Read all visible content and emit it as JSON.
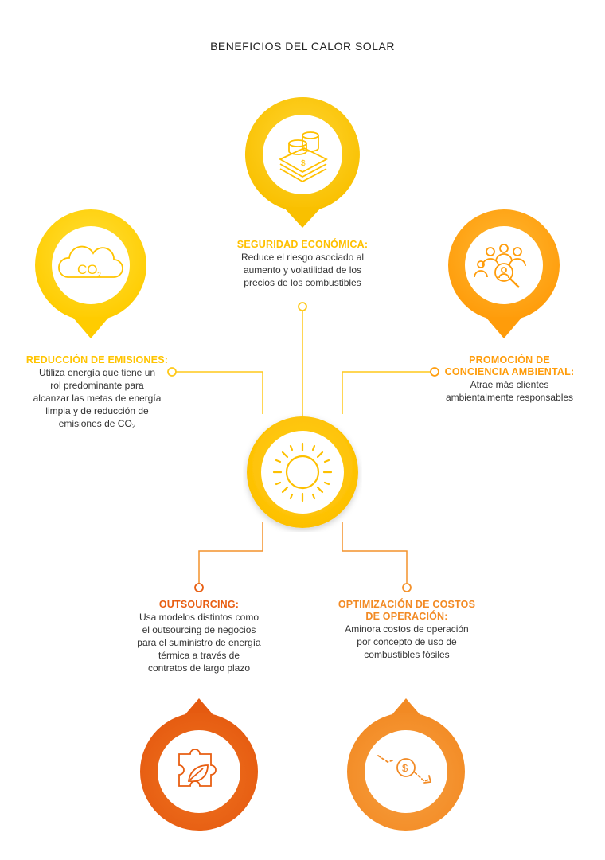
{
  "title": "BENEFICIOS DEL CALOR SOLAR",
  "colors": {
    "yellow": "#FFCC00",
    "gold": "#FFD21A",
    "orange": "#FF9E0F",
    "deep_orange": "#E85E12",
    "light_orange": "#F4922C",
    "line": "#FFC91A"
  },
  "benefits": {
    "seguridad": {
      "heading": "SEGURIDAD ECONÓMICA:",
      "text": [
        "Reduce el riesgo asociado al",
        "aumento y volatilidad de los",
        "precios de los combustibles"
      ],
      "icon": "money-stack-icon"
    },
    "emisiones": {
      "heading": "REDUCCIÓN DE EMISIONES:",
      "text": [
        "Utiliza energía que tiene un",
        "rol predominante para",
        "alcanzar las metas de energía",
        "limpia y de reducción de"
      ],
      "last_line": "emisiones de CO",
      "subscript": "2",
      "icon": "co2-cloud-icon",
      "icon_text": "CO",
      "icon_sub": "2"
    },
    "conciencia": {
      "heading_lines": [
        "PROMOCIÓN DE",
        "CONCIENCIA AMBIENTAL:"
      ],
      "text": [
        "Atrae más clientes",
        "ambientalmente responsables"
      ],
      "icon": "people-search-icon"
    },
    "outsourcing": {
      "heading": "OUTSOURCING:",
      "text": [
        "Usa modelos distintos como",
        "el outsourcing de negocios",
        "para el suministro de energía",
        "térmica a través de",
        "contratos de largo plazo"
      ],
      "icon": "puzzle-leaf-icon"
    },
    "optimizacion": {
      "heading_lines": [
        "OPTIMIZACIÓN DE COSTOS",
        "DE OPERACIÓN:"
      ],
      "text": [
        "Aminora costos de operación",
        "por concepto de uso de",
        "combustibles fósiles"
      ],
      "icon": "cost-down-icon",
      "icon_symbol": "$"
    }
  },
  "center": {
    "icon": "sun-icon"
  }
}
